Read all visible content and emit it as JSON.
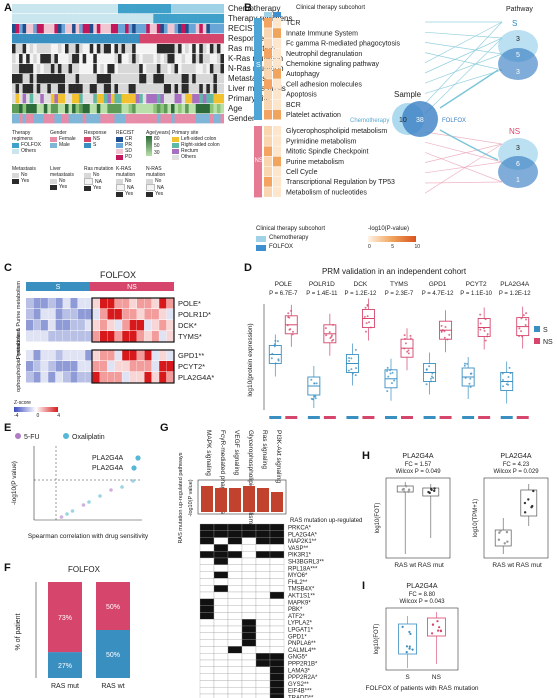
{
  "panelA": {
    "label": "A",
    "rows": [
      "Chemotherapy",
      "Therapy regimens",
      "RECIST",
      "Response",
      "Ras mutation",
      "K-Ras mutation",
      "N-Ras mutation",
      "Metastasis",
      "Liver metastasis",
      "Primary site",
      "Age",
      "Gender"
    ],
    "legend": {
      "therapy_title": "Therapy regimens",
      "therapy_items": [
        "FOLFOX",
        "Others"
      ],
      "gender_title": "Gender",
      "gender_items": [
        "Female",
        "Male"
      ],
      "response_title": "Response",
      "response_items": [
        "NS",
        "S"
      ],
      "recist_title": "RECIST",
      "recist_items": [
        "CR",
        "PR",
        "SD",
        "PD"
      ],
      "age_title": "Age(years)",
      "age_items": [
        "80",
        "50",
        "30"
      ],
      "site_title": "Primary site",
      "site_items": [
        "Left-sided colon",
        "Right-sided colon",
        "Rectum",
        "Others"
      ],
      "metastasis_title": "Metastasis",
      "liver_title": "Liver metastasis",
      "ras_title": "Ras mutation",
      "kras_title": "K-RAS mutation",
      "nras_title": "N-RAS mutation",
      "no": "No",
      "yes": "Yes",
      "na": "NA"
    }
  },
  "panelB": {
    "label": "B",
    "subcohort_header": "Clinical therapy subcohort",
    "pathway_header": "Pathway",
    "s_label": "S",
    "ns_label": "NS",
    "s_pathways": [
      "TCR",
      "Innate Immune System",
      "Fc gamma R-mediated phagocytosis",
      "Neutrophil degranulation",
      "Chemokine signaling pathway",
      "Autophagy",
      "Cell adhesion molecules",
      "Apoptosis",
      "BCR",
      "Platelet activation"
    ],
    "ns_pathways": [
      "Glycerophospholipid metabolism",
      "Pyrimidine metabolism",
      "Mitotic Spindle Checkpoint",
      "Purine metabolism",
      "Cell Cycle",
      "Transcriptional Regulation by TP53",
      "Metabolism of nucleotides"
    ],
    "sample_title": "Sample",
    "venn_left_label": "Chemotherapy",
    "venn_right_label": "FOLFOX",
    "venn_left": "10",
    "venn_right": "38",
    "pathway_s": [
      "3",
      "5",
      "3"
    ],
    "pathway_ns": [
      "3",
      "6",
      "1"
    ],
    "legend_title": "Clinical therapy subcohort",
    "legend_items": [
      "Chemotherapy",
      "FOLFOX"
    ],
    "scale_title": "-log10(P-value)",
    "scale_ticks": [
      "0",
      "5",
      "10"
    ]
  },
  "panelC": {
    "label": "C",
    "title": "FOLFOX",
    "s_label": "S",
    "ns_label": "NS",
    "group1_label": "Pyrimidine & Purine metabolism",
    "group2_label": "Glycerophospholipid metabolism",
    "genes1": [
      "POLE*",
      "POLR1D*",
      "DCK*",
      "TYMS*"
    ],
    "genes2": [
      "GPD1**",
      "PCYT2*",
      "PLA2G4A*"
    ],
    "zscore_title": "Z-score",
    "zscore_ticks": [
      "-4",
      "0",
      "4"
    ]
  },
  "panelD": {
    "label": "D",
    "title": "PRM validation in an independent cohort",
    "genes": [
      "POLE",
      "POLR1D",
      "DCK",
      "TYMS",
      "GPD1",
      "PCYT2",
      "PLA2G4A"
    ],
    "pvalues": [
      "P = 6.7E-7",
      "P = 1.4E-11",
      "P = 1.2E-12",
      "P = 2.3E-7",
      "P = 4.7E-12",
      "P = 1.1E-10",
      "P = 1.2E-12"
    ],
    "ylabel": "log10(protein expression)",
    "legend": [
      "S",
      "NS"
    ],
    "colors": {
      "S": "#3a8fc1",
      "NS": "#d6456b"
    }
  },
  "panelE": {
    "label": "E",
    "legend": [
      "5-FU",
      "Oxaliplatin"
    ],
    "xlabel": "Spearman correlation with drug sensitivity",
    "ylabel": "-log10(P value)",
    "annotations": [
      "PLA2G4A",
      "PLA2G4A"
    ]
  },
  "panelF": {
    "label": "F",
    "title": "FOLFOX",
    "ylabel": "% of patient",
    "categories": [
      "RAS mut",
      "RAS wt"
    ],
    "top_labels": [
      "73%",
      "50%"
    ],
    "bottom_labels": [
      "27%",
      "50%"
    ]
  },
  "panelG": {
    "label": "G",
    "pathways": [
      "MAPK signaling",
      "FcγR-mediated phagocytosis",
      "VEGF signaling",
      "Glycerophospholipid metabolism",
      "Ras signaling",
      "PI3K-Akt signaling"
    ],
    "bar_ylabel": "-log10(P value)",
    "side_label": "RAS mutation up-regulated pathways",
    "proteins_title": "RAS mutation up-regulated proteins",
    "proteins": [
      "PRKCA*",
      "PLA2G4A*",
      "MAP2K1**",
      "VASP**",
      "PIK3R1*",
      "SH3BGRL3**",
      "RPL18A***",
      "MYO6*",
      "FHL2**",
      "TMSB4X*",
      "AKT1S1**",
      "MAPK9*",
      "PBK*",
      "ATF2*",
      "LYPLA2*",
      "LPGAT1*",
      "GPD1*",
      "PNPLA6**",
      "CALML4**",
      "GNG5*",
      "PPP2R1B*",
      "LAMA3*",
      "PPP2R2A*",
      "GYS2**",
      "EIF4B***",
      "TRADD**"
    ]
  },
  "panelH": {
    "label": "H",
    "left": {
      "title": "PLA2G4A",
      "fc": "FC = 1.57",
      "p": "Wilcox P = 0.049",
      "ylabel": "log10(FOT)",
      "categories": [
        "RAS wt",
        "RAS mut"
      ]
    },
    "right": {
      "title": "PLA2G4A",
      "fc": "FC = 4.23",
      "p": "Wilcox P = 0.029",
      "ylabel": "log10(TPM+1)",
      "categories": [
        "RAS wt",
        "RAS mut"
      ]
    }
  },
  "panelI": {
    "label": "I",
    "title": "PLA2G4A",
    "fc": "FC = 8.80",
    "p": "Wilcox P = 0.043",
    "ylabel": "log10(FOT)",
    "categories": [
      "S",
      "NS"
    ],
    "caption": "FOLFOX of patients with RAS mutation"
  }
}
